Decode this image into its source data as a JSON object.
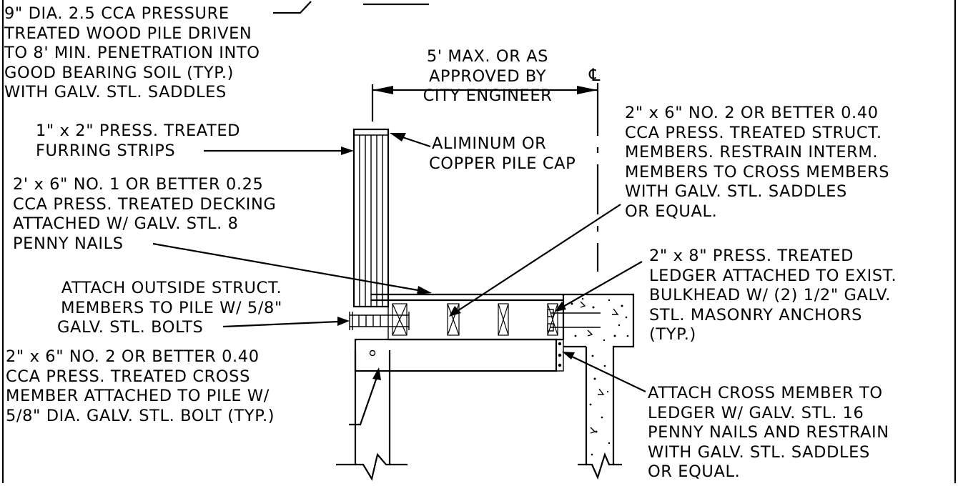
{
  "title": "",
  "colors": {
    "ink": "#000000",
    "background": "#ffffff"
  },
  "annotations": {
    "pile": [
      "9\" DIA. 2.5 CCA PRESSURE",
      "TREATED WOOD PILE DRIVEN",
      "TO 8' MIN. PENETRATION INTO",
      "GOOD BEARING SOIL (TYP.)",
      "WITH GALV. STL. SADDLES"
    ],
    "dimension": [
      "5' MAX. OR AS",
      "APPROVED BY",
      "CITY ENGINEER"
    ],
    "centerline_symbol": "℄",
    "furring": [
      "1\" x 2\" PRESS. TREATED",
      "FURRING STRIPS"
    ],
    "pile_cap": [
      "ALIMINUM OR",
      "COPPER PILE CAP"
    ],
    "struct_members": [
      "2\" x 6\" NO. 2 OR BETTER 0.40",
      "CCA PRESS. TREATED STRUCT.",
      "MEMBERS. RESTRAIN INTERM.",
      "MEMBERS TO CROSS MEMBERS",
      "WITH GALV. STL. SADDLES",
      "OR EQUAL."
    ],
    "decking": [
      "2' x 6\" NO. 1 OR BETTER 0.25",
      "CCA PRESS. TREATED DECKING",
      "ATTACHED W/ GALV. STL. 8",
      "PENNY NAILS"
    ],
    "ledger": [
      "2\" x 8\" PRESS. TREATED",
      "LEDGER ATTACHED TO EXIST.",
      "BULKHEAD W/ (2) 1/2\" GALV.",
      "STL. MASONRY ANCHORS",
      "(TYP.)"
    ],
    "outside_members": [
      "ATTACH OUTSIDE STRUCT.",
      "MEMBERS TO PILE W/ 5/8\"",
      "GALV. STL. BOLTS"
    ],
    "cross_member": [
      "2\" x 6\" NO. 2 OR BETTER 0.40",
      "CCA PRESS. TREATED CROSS",
      "MEMBER ATTACHED TO PILE W/",
      "5/8\" DIA. GALV. STL. BOLT (TYP.)"
    ],
    "cross_to_ledger": [
      "ATTACH CROSS MEMBER TO",
      "LEDGER W/ GALV. STL. 16",
      "PENNY NAILS AND RESTRAIN",
      "WITH GALV. STL. SADDLES",
      "OR EQUAL."
    ]
  }
}
